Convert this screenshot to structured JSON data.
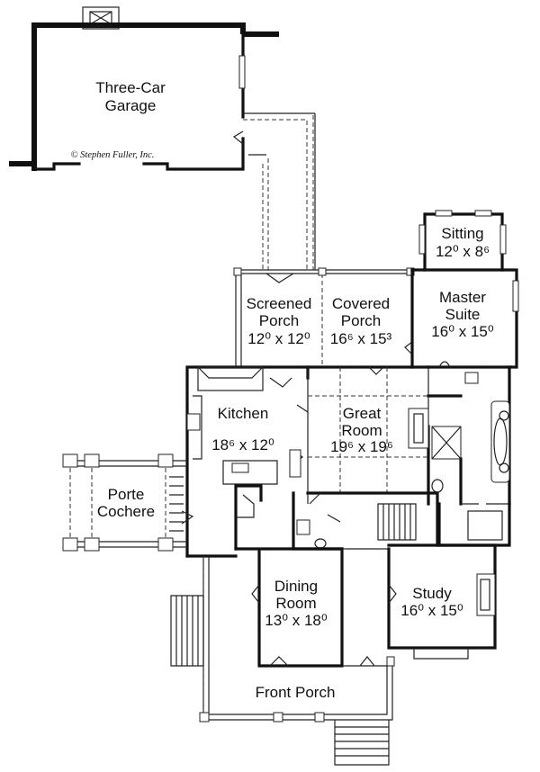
{
  "garage": {
    "name": "Three-Car",
    "name2": "Garage",
    "copyright": "© Stephen Fuller, Inc."
  },
  "sitting": {
    "name": "Sitting",
    "dims": "12⁰ x 8⁶"
  },
  "screened_porch": {
    "name": "Screened",
    "name2": "Porch",
    "dims": "12⁰ x 12⁰"
  },
  "covered_porch": {
    "name": "Covered",
    "name2": "Porch",
    "dims": "16⁶ x 15³"
  },
  "master_suite": {
    "name": "Master",
    "name2": "Suite",
    "dims": "16⁰ x 15⁰"
  },
  "kitchen": {
    "name": "Kitchen",
    "dims": "18⁶ x 12⁰"
  },
  "great_room": {
    "name": "Great",
    "name2": "Room",
    "dims": "19⁶ x 19⁶"
  },
  "porte_cochere": {
    "name": "Porte",
    "name2": "Cochere"
  },
  "dining_room": {
    "name": "Dining",
    "name2": "Room",
    "dims": "13⁰ x 18⁰"
  },
  "study": {
    "name": "Study",
    "dims": "16⁰ x 15⁰"
  },
  "front_porch": {
    "name": "Front Porch"
  }
}
